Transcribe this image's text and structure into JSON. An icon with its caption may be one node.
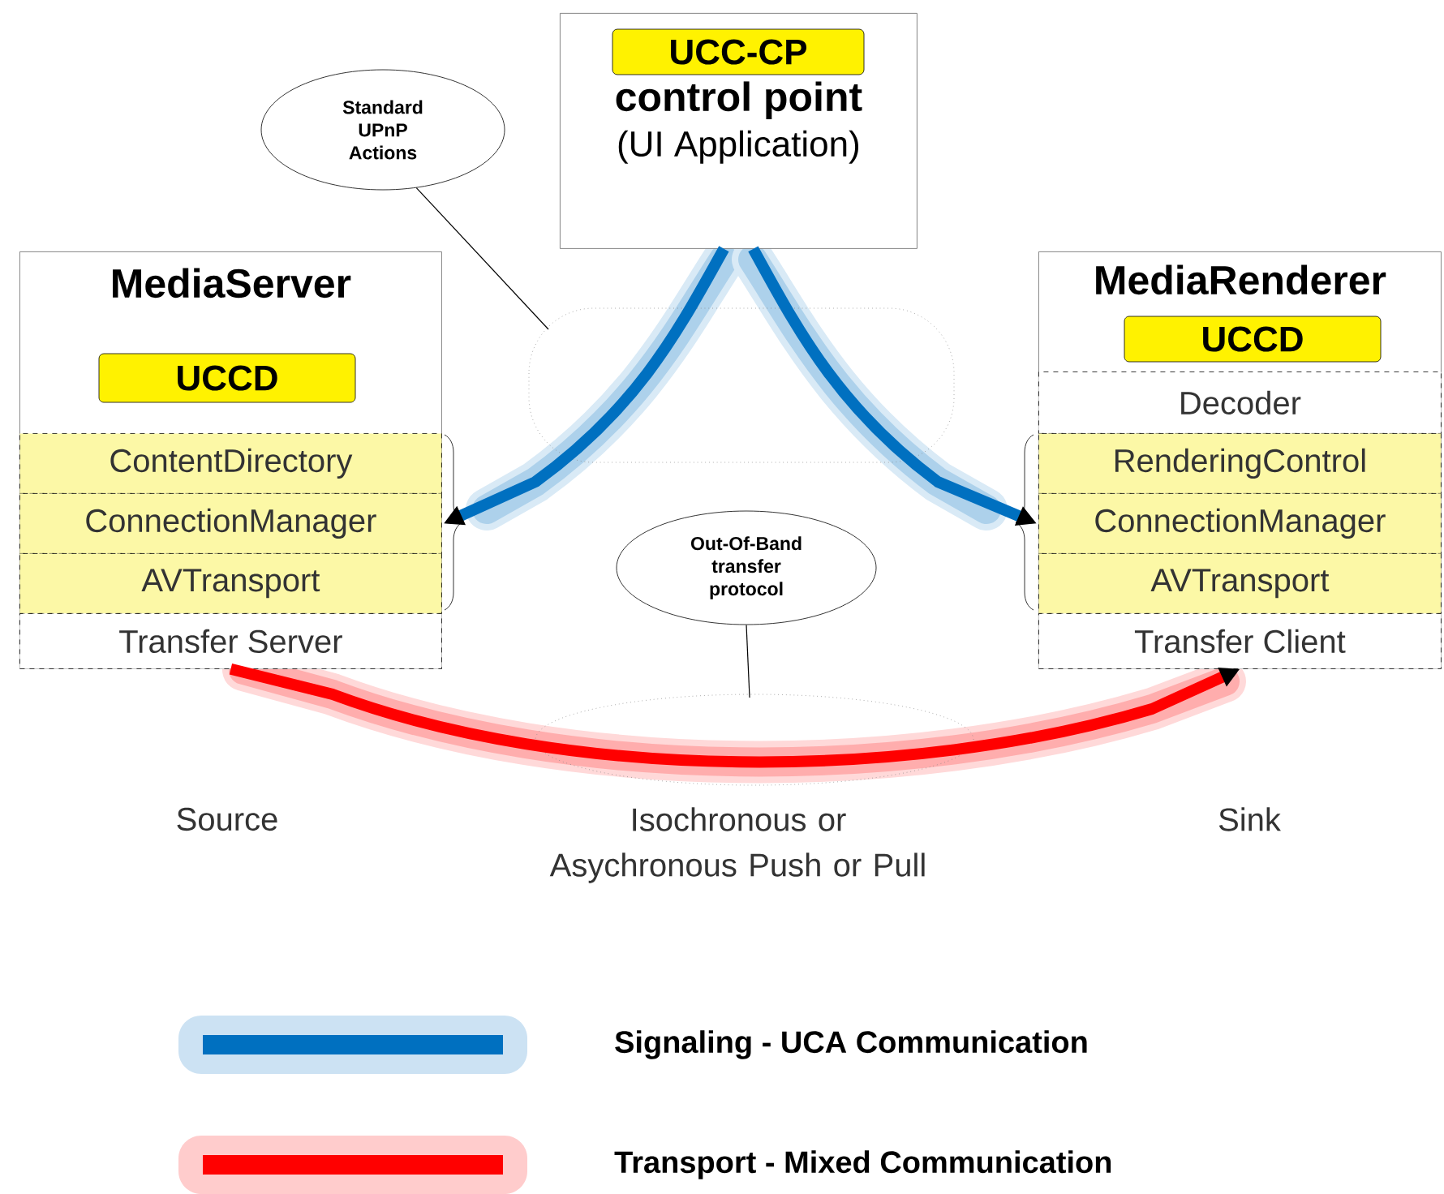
{
  "diagram": {
    "nodes": [
      {
        "text": [
          "control point",
          "(UI Application)"
        ]
      },
      {
        "text": [
          "UCC-CP"
        ],
        "in": 0
      },
      {
        "text": [
          "MediaServer"
        ]
      },
      {
        "text": [
          "UCCD"
        ],
        "in": 2
      },
      {
        "text": [
          "ContentDirectory"
        ],
        "in": 2
      },
      {
        "text": [
          "ConnectionManager"
        ],
        "in": 2
      },
      {
        "text": [
          "AVTransport"
        ],
        "in": 2
      },
      {
        "text": [
          "Transfer Server"
        ],
        "in": 2
      },
      {
        "text": [
          "MediaRenderer"
        ]
      },
      {
        "text": [
          "UCCD"
        ],
        "in": 8
      },
      {
        "text": [
          "Decoder"
        ],
        "in": 8
      },
      {
        "text": [
          "RenderingControl"
        ],
        "in": 8
      },
      {
        "text": [
          "ConnectionManager"
        ],
        "in": 8
      },
      {
        "text": [
          "AVTransport"
        ],
        "in": 8
      },
      {
        "text": [
          "Transfer Client"
        ],
        "in": 8
      },
      {
        "text": [
          "Standard UPnP Actions"
        ]
      },
      {
        "text": [
          "Out-Of-Band transfer protocol"
        ]
      }
    ],
    "edges": [
      {
        "from": 0,
        "to": 5,
        "arrow": "to",
        "color": "#0070c0"
      },
      {
        "from": 0,
        "to": 12,
        "arrow": "to",
        "color": "#0070c0"
      },
      {
        "from": 7,
        "to": 14,
        "arrow": "to",
        "color": "#ff0000"
      },
      {
        "from": 15,
        "to": null,
        "arrow": "none",
        "color": "#000000"
      },
      {
        "from": 16,
        "to": null,
        "arrow": "none",
        "color": "#000000"
      }
    ],
    "labels": [
      "Source",
      "Isochronous or Asychronous Push or Pull",
      "Sink"
    ],
    "legend": [
      {
        "text": "Signaling - UCA Communication",
        "color": "#0070c0"
      },
      {
        "text": "Transport - Mixed Communication",
        "color": "#ff0000"
      }
    ]
  }
}
